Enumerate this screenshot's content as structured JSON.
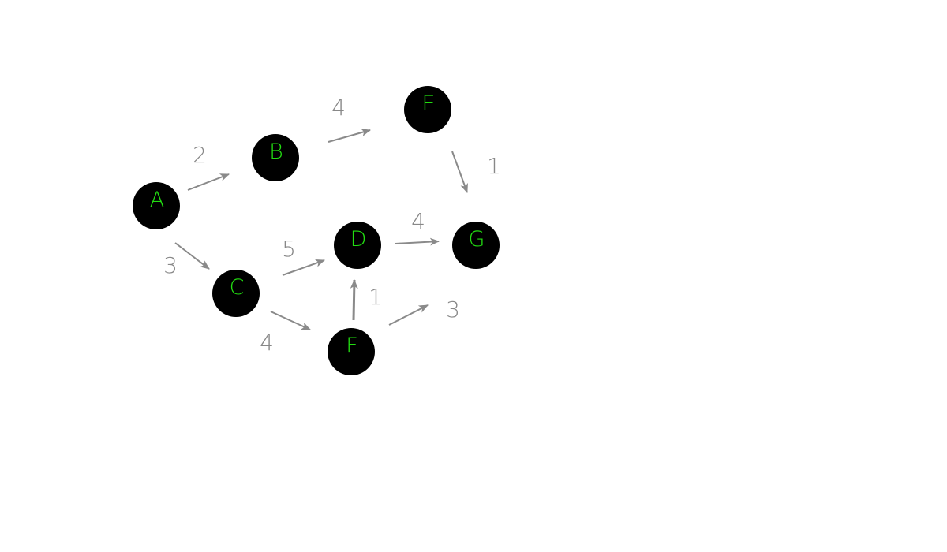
{
  "colors": {
    "background": "#ffffff",
    "node_fill": "#000000",
    "node_label": "#22dd11",
    "edge": "#8a8a8a",
    "weight_label": "#888888"
  },
  "graph": {
    "nodes": [
      {
        "id": "A",
        "label": "A"
      },
      {
        "id": "B",
        "label": "B"
      },
      {
        "id": "C",
        "label": "C"
      },
      {
        "id": "D",
        "label": "D"
      },
      {
        "id": "E",
        "label": "E"
      },
      {
        "id": "F",
        "label": "F"
      },
      {
        "id": "G",
        "label": "G"
      }
    ],
    "edges": [
      {
        "from": "A",
        "to": "B",
        "weight": "2"
      },
      {
        "from": "A",
        "to": "C",
        "weight": "3"
      },
      {
        "from": "B",
        "to": "E",
        "weight": "4"
      },
      {
        "from": "E",
        "to": "G",
        "weight": "1"
      },
      {
        "from": "C",
        "to": "D",
        "weight": "5"
      },
      {
        "from": "C",
        "to": "F",
        "weight": "4"
      },
      {
        "from": "F",
        "to": "D",
        "weight": "1"
      },
      {
        "from": "D",
        "to": "G",
        "weight": "4"
      },
      {
        "from": "F",
        "to": "G",
        "weight": "3"
      }
    ]
  }
}
